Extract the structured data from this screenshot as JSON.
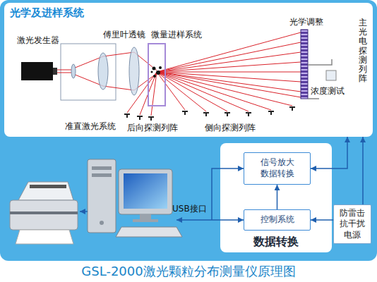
{
  "diagram": {
    "caption": "GSL-2000激光颗粒分布测量仪原理图",
    "nodes": [
      {
        "text": [
          "光学及进样系统"
        ]
      },
      {
        "text": [
          "数据转换"
        ]
      },
      {
        "text": [
          "信号放大 数据转换"
        ],
        "in": 1
      },
      {
        "text": [
          "控制系统"
        ],
        "in": 1
      },
      {
        "text": [
          "防雷击 抗干扰 电源"
        ]
      }
    ],
    "edges": [
      {
        "from": 0,
        "to": 2,
        "arrow": "both"
      },
      {
        "from": 4,
        "to": 0,
        "arrow": "to"
      },
      {
        "from": 3,
        "to": 2,
        "arrow": "to"
      },
      {
        "from": 4,
        "to": 3,
        "arrow": "to"
      }
    ],
    "labels": [
      "激光发生器",
      "傅里叶透镜",
      "微量进样系统",
      "光学调整",
      "主光电探测列阵",
      "浓度测试",
      "准直激光系统",
      "后向探测列阵",
      "侧向探测列阵",
      "USB接口"
    ]
  }
}
